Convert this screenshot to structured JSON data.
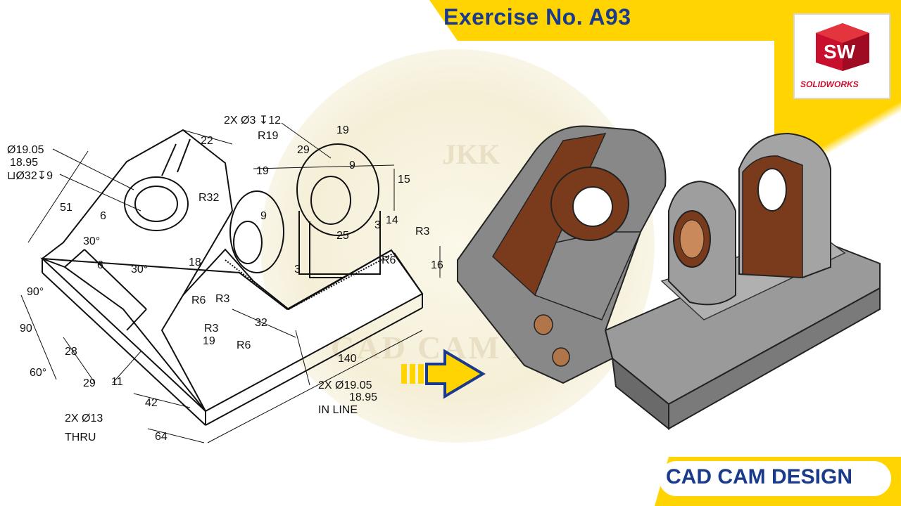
{
  "header": {
    "title": "Exercise No. A93"
  },
  "logo": {
    "icon": "solidworks-logo-icon",
    "letters": "SW",
    "label": "SOLIDWORKS"
  },
  "footer": {
    "brand": "CAD CAM DESIGN"
  },
  "watermark": {
    "top_text": "JKK",
    "bottom_text": "CAD CAM DESIGN"
  },
  "drawing": {
    "labels": {
      "d_19_05": "Ø19.05",
      "d_18_95": "18.95",
      "cbore": "⊔Ø32↧9",
      "d_51": "51",
      "d_22": "22",
      "note_holes": "2X Ø3 ↧12",
      "r19": "R19",
      "d_29": "29",
      "d_19a": "19",
      "d_19b": "19",
      "d_19c": "19",
      "d_9a": "9",
      "d_9b": "9",
      "d_15": "15",
      "d_14": "14",
      "d_3a": "3",
      "d_3b": "3",
      "r3a": "R3",
      "r3b": "R3",
      "r3c": "R3",
      "r32": "R32",
      "d_25": "25",
      "d_6a": "6",
      "d_6b": "6",
      "a30a": "30°",
      "a30b": "30°",
      "d_18": "18",
      "r6a": "R6",
      "r6b": "R6",
      "r6c": "R6",
      "d_16": "16",
      "a90": "90°",
      "d_90": "90",
      "a60": "60°",
      "d_28": "28",
      "d_29b": "29",
      "d_11": "11",
      "d_42": "42",
      "d_64": "64",
      "d_32": "32",
      "d_140": "140",
      "note_pins_1": "2X Ø19.05",
      "note_pins_2": "18.95",
      "in_line": "IN LINE",
      "thru_1": "2X Ø13",
      "thru_2": "THRU"
    }
  },
  "colors": {
    "accent": "#ffd400",
    "brand_blue": "#1a3a8c",
    "logo_red": "#c8102e",
    "copper": "#7a3b1c",
    "steel": "#8a8a8a"
  }
}
